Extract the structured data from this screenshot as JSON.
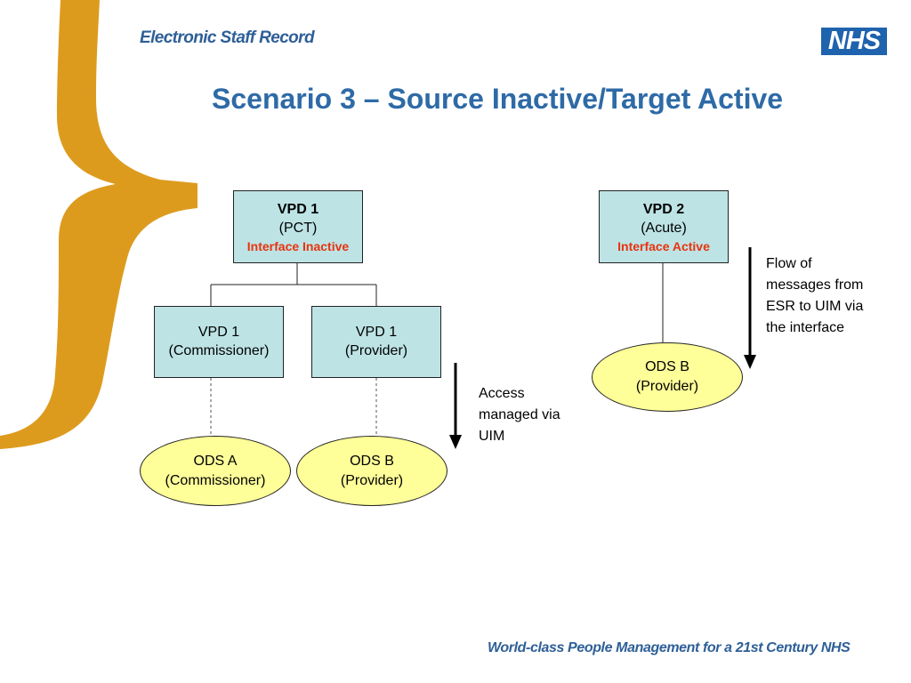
{
  "header": {
    "app_title": "Electronic Staff Record",
    "logo_text": "NHS"
  },
  "slide": {
    "title": "Scenario 3 – Source Inactive/Target Active"
  },
  "diagram": {
    "vpd1": {
      "name": "VPD 1",
      "type": "(PCT)",
      "status": "Interface Inactive"
    },
    "vpd1_commissioner": {
      "line1": "VPD 1",
      "line2": "(Commissioner)"
    },
    "vpd1_provider": {
      "line1": "VPD 1",
      "line2": "(Provider)"
    },
    "ods_a": {
      "line1": "ODS A",
      "line2": "(Commissioner)"
    },
    "ods_b_left": {
      "line1": "ODS B",
      "line2": "(Provider)"
    },
    "vpd2": {
      "name": "VPD 2",
      "type": "(Acute)",
      "status": "Interface Active"
    },
    "ods_b_right": {
      "line1": "ODS B",
      "line2": "(Provider)"
    },
    "note_access": "Access managed via UIM",
    "note_flow": "Flow of messages from ESR to UIM via the interface"
  },
  "footer": {
    "tagline": "World-class People Management for a 21st Century NHS"
  },
  "colors": {
    "brace": "#dd9b1e",
    "brand_blue": "#2e5f97",
    "box_fill": "#bde3e5",
    "oval_fill": "#ffff99",
    "status_red": "#e8330e"
  }
}
